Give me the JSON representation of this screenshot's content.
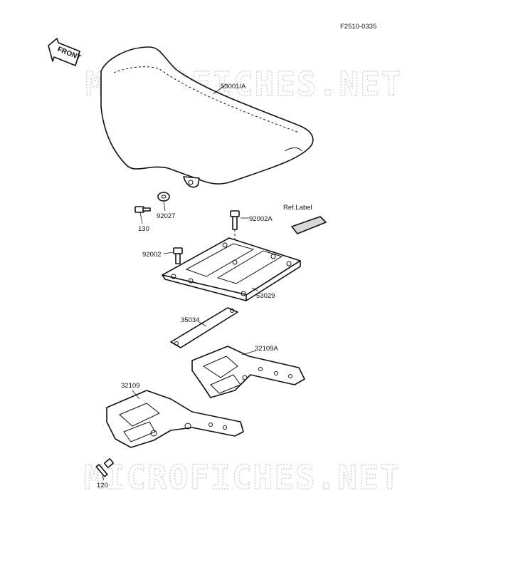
{
  "drawing_code": "F2510-0335",
  "front_arrow_label": "FRONT",
  "watermark": "MICROFICHES.NET",
  "ref_label": "Ref.Label",
  "parts": {
    "seat": "53001/A",
    "washer": "92027",
    "bolt_130": "130",
    "bolt_92002a": "92002A",
    "bolt_92002": "92002",
    "plate": "53029",
    "strap": "35034",
    "bracket_right": "32109A",
    "bracket_left": "32109",
    "bolt_120": "120"
  }
}
